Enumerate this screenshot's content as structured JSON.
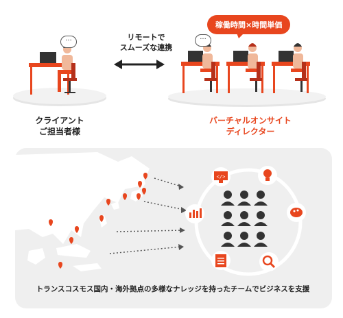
{
  "top": {
    "connection_label_line1": "リモートで",
    "connection_label_line2": "スムーズな連携",
    "client_label_line1": "クライアント",
    "client_label_line2": "ご担当者様",
    "director_label_line1": "バーチャルオンサイト",
    "director_label_line2": "ディレクター",
    "pricing_bubble": "稼働時間×時間単価",
    "speech_dots": "···"
  },
  "bottom": {
    "caption": "トランスコスモス国内・海外拠点の多様なナレッジを持ったチームでビジネスを支援"
  },
  "icons": [
    "web-dev-icon",
    "idea-icon",
    "design-palette-icon",
    "analytics-icon",
    "document-icon",
    "search-icon"
  ],
  "colors": {
    "accent": "#e8461e",
    "panel": "#efefef",
    "platform": "#e5e5e5",
    "person": "#333333"
  }
}
